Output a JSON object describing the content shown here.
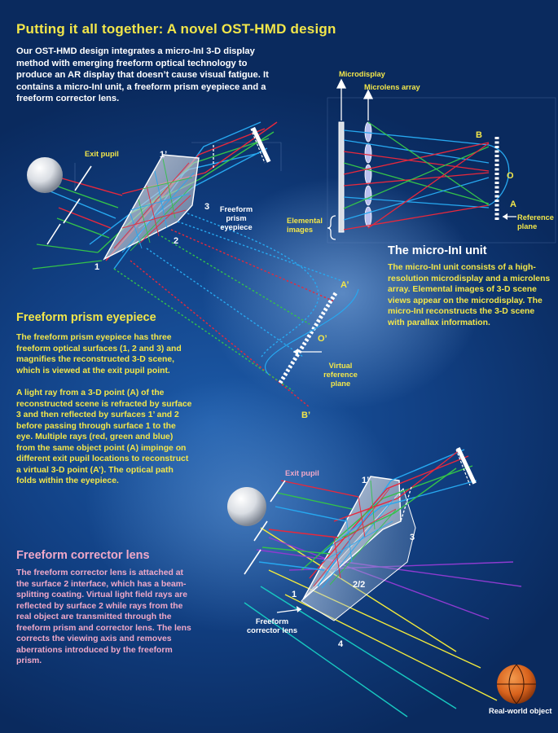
{
  "title": "Putting it all together: A novel OST-HMD design",
  "intro": "Our OST-HMD design integrates a micro-InI 3-D display method with emerging freeform optical technology to produce an AR display that doesn’t cause visual fatigue. It contains a micro-InI unit, a freeform prism eyepiece and a freeform corrector lens.",
  "prism_section": {
    "heading": "Freeform prism eyepiece",
    "para1": "The freeform prism eyepiece has three freeform optical surfaces (1, 2 and 3) and magnifies the reconstructed 3-D scene, which is viewed at the exit pupil point.",
    "para2": "A light ray from a 3-D point (A) of the reconstructed scene is refracted by surface 3 and then reflected by surfaces 1’ and 2 before passing through surface 1 to the eye. Multiple rays (red, green and blue) from the same object point (A) impinge on different exit pupil locations to reconstruct a virtual 3-D point (A’). The optical path folds within the eyepiece."
  },
  "microini_section": {
    "heading": "The micro-InI unit",
    "body": "The micro-InI unit consists of a high-resolution microdisplay and a microlens array. Elemental images of 3-D scene views appear on the microdisplay. The micro-InI reconstructs the 3-D scene with parallax information."
  },
  "corrector_section": {
    "heading": "Freeform corrector lens",
    "body": "The freeform corrector lens is attached at the surface 2 interface, which has a beam-splitting coating. Virtual light field rays are reflected by surface 2 while rays from the real object are transmitted through the freeform prism and corrector lens. The lens corrects the viewing axis and removes aberrations introduced by the freeform prism."
  },
  "labels": {
    "exit_pupil_top": "Exit pupil",
    "exit_pupil_bottom": "Exit pupil",
    "freeform_prism_eyepiece": "Freeform prism eyepiece",
    "microdisplay": "Microdisplay",
    "microlens_array": "Microlens array",
    "elemental_images": "Elemental images",
    "reference_plane": "Reference plane",
    "virtual_reference_plane": "Virtual reference plane",
    "freeform_corrector_lens": "Freeform corrector lens",
    "real_world_object": "Real-world object"
  },
  "markers": {
    "s1_prime_top": "1’",
    "s3_top": "3",
    "s2_top": "2",
    "s1_top": "1",
    "point_B": "B",
    "point_O": "O",
    "point_A": "A",
    "point_A_prime": "A’",
    "point_O_prime": "O’",
    "point_B_prime": "B’",
    "s1_prime_bottom": "1’",
    "s3_bottom": "3",
    "s22_bottom": "2/2",
    "s1_bottom": "1",
    "s4_bottom": "4"
  },
  "colors": {
    "title_yellow": "#f2e64a",
    "pink_text": "#f0a8c8",
    "ray_red": "#e8283c",
    "ray_green": "#34c24a",
    "ray_blue": "#27a8f0",
    "ray_yellow": "#f2ea3c",
    "ray_purple": "#8e3bd0",
    "ray_cyan": "#18c8c0",
    "background": "#113f82"
  }
}
